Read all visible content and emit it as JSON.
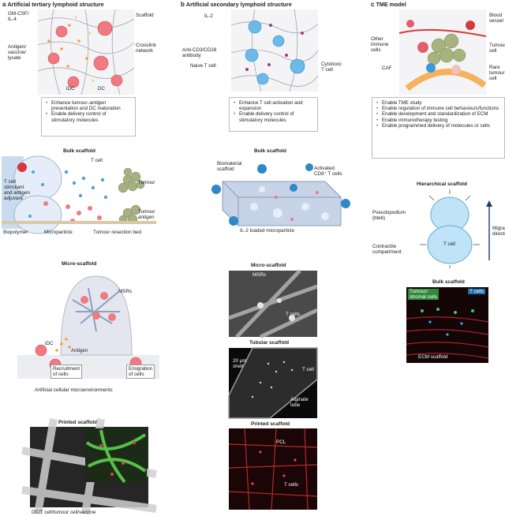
{
  "panels": {
    "a": {
      "letter": "a",
      "title": "Artificial tertiary lymphoid structure",
      "labels": {
        "gmcsf": "GM-CSF/\nIL-4",
        "antigen": "Antigen/\nvaccine/\nlysate",
        "scaffold": "Scaffold",
        "crosslink": "Crosslink\nnetwork",
        "idc": "iDC",
        "dc": "DC"
      },
      "bullets": [
        "Enhance tumour–antigen presentation and DC maturation",
        "Enable delivery control of stimulatory molecules"
      ],
      "bulk": {
        "title": "Bulk scaffold",
        "tcell_stim": "T cell\nstimulant\nand antigen\nadjuvant",
        "tcell": "T cell",
        "tumour": "Tumour",
        "tumour_antigen": "Tumour\nantigen",
        "biopolymer": "Biopolymer",
        "microparticle": "Microparticle",
        "resection": "Tumour resection bed"
      },
      "micro": {
        "title": "Micro-scaffold",
        "msrs": "MSRs",
        "idc": "iDC",
        "antigen": "Antigen",
        "recruitment": "Recruitment\nof cells",
        "emigration": "Emigration\nof cells",
        "caption": "Artificial cellular microenvironments"
      },
      "printed": {
        "title": "Printed scaffold",
        "caption": "DC/T cell/tumour cell/vaccine"
      }
    },
    "b": {
      "letter": "b",
      "title": "Artificial secondary lymphoid structure",
      "labels": {
        "il2": "IL-2",
        "anticd": "Anti-CD3/CD28\nantibody",
        "naive": "Naive T cell",
        "cytotoxic": "Cytotoxic\nT cell"
      },
      "bullets": [
        "Enhance T cell activation and expansion",
        "Enable delivery control of stimulatory molecules"
      ],
      "bulk": {
        "title": "Bulk scaffold",
        "biomaterial": "Biomaterial\nscaffold",
        "activated": "Activated\nCD8⁺ T cells",
        "caption": "IL-2 loaded microparticle"
      },
      "micro": {
        "title": "Micro-scaffold",
        "msrs": "MSRs",
        "tcells": "T cells"
      },
      "tubular": {
        "title": "Tubular scaffold",
        "shell": "20 µm\nshell",
        "tcell": "T cell",
        "alginate": "Alginate\ntube"
      },
      "printed": {
        "title": "Printed scaffold",
        "pcl": "PCL",
        "tcells": "T cells"
      }
    },
    "c": {
      "letter": "c",
      "title": "TME model",
      "labels": {
        "blood": "Blood\nvessel",
        "other": "Other\nimmune\ncells",
        "tumour": "Tumour\ncell",
        "caf": "CAF",
        "rare": "Rare\ntumour\ncell"
      },
      "bullets": [
        "Enable TME study",
        "Enable regulation of immune cell behaviours/functions",
        "Enable development and standardization of ECM",
        "Enable immunotherapy testing",
        "Enable programmed delivery of molecules or cells"
      ],
      "hier": {
        "title": "Hierarchical scaffold",
        "pseudopodium": "Pseudopodium\n(bleb)",
        "contractile": "Contractile\ncompartment",
        "tcell": "T cell",
        "migration": "Migration\ndirection"
      },
      "bulk": {
        "title": "Bulk scaffold",
        "tumour_stromal": "Tumour/\nstromal cells",
        "tcells": "T cells",
        "ecm": "ECM scaffold"
      }
    }
  },
  "colors": {
    "accent_blue": "#1e6fb5",
    "dc_red": "#e0606a",
    "tcell_blue": "#3a9ad9",
    "tumour_green": "#9aa877",
    "caf_orange": "#f3a640"
  }
}
